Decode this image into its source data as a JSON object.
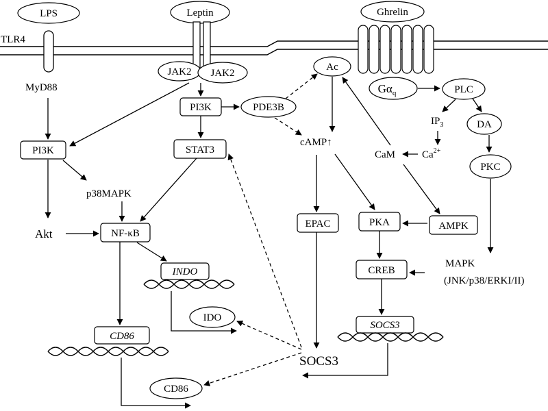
{
  "labels": {
    "lps": "LPS",
    "leptin": "Leptin",
    "ghrelin": "Ghrelin",
    "tlr4": "TLR4",
    "jak2_left": "JAK2",
    "jak2_right": "JAK2",
    "myd88": "MyD88",
    "ac": "Ac",
    "galpha_base": "Gα",
    "galpha_sub": "q",
    "plc": "PLC",
    "pi3k_left": "PI3K",
    "pi3k_center": "PI3K",
    "pde3b": "PDE3B",
    "camp": "cAMP↑",
    "ip3_base": "IP",
    "ip3_sub": "3",
    "da": "DA",
    "stat3": "STAT3",
    "cam": "CaM",
    "ca_base": "Ca",
    "ca_sup": "2+",
    "pkc": "PKC",
    "p38mapk": "p38MAPK",
    "akt": "Akt",
    "nfkb": "NF-κB",
    "epac": "EPAC",
    "pka": "PKA",
    "ampk": "AMPK",
    "mapk": "MAPK",
    "mapk_detail": "(JNK/p38/ERKI/II)",
    "creb": "CREB",
    "indo": "INDO",
    "ido": "IDO",
    "socs3_gene": "SOCS3",
    "cd86_gene": "CD86",
    "socs3": "SOCS3",
    "cd86_protein": "CD86"
  }
}
